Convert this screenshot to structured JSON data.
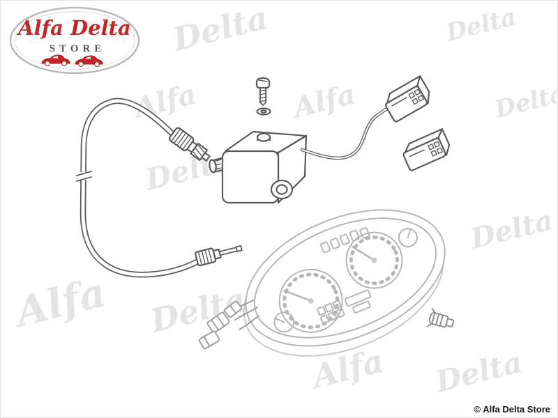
{
  "logo": {
    "line1": "Alfa Delta",
    "line2": "STORE",
    "text_color": "#c42525",
    "store_color": "#5a5a5a",
    "car_color": "#c42525"
  },
  "watermark": {
    "alfa": "Alfa",
    "delta": "Delta",
    "color": "#e4e4e4"
  },
  "artwork": {
    "line_color": "#5a5a5a",
    "light_color": "#b5b5b5",
    "harness_color": "#9e9e9e"
  },
  "footer": {
    "copyright": "© Alfa Delta Store",
    "color": "#111111"
  }
}
